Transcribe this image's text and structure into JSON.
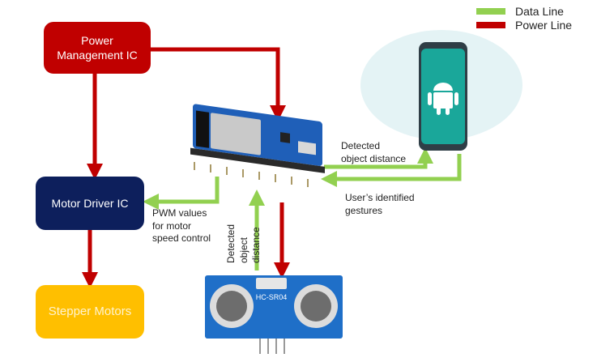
{
  "legend": {
    "items": [
      {
        "label": "Data Line",
        "color": "#92d050"
      },
      {
        "label": "Power Line",
        "color": "#c00000"
      }
    ]
  },
  "blocks": {
    "power_ic": {
      "line1": "Power",
      "line2": "Management IC"
    },
    "motor_driver": {
      "label": "Motor Driver IC"
    },
    "stepper": {
      "label": "Stepper Motors"
    }
  },
  "devices": {
    "esp32": "ESP32 dev board",
    "phone": "Android smartphone",
    "sensor": {
      "label": "HC-SR04"
    }
  },
  "annotations": {
    "pwm": [
      "PWM values",
      "for motor",
      "speed control"
    ],
    "detected_to_phone": [
      "Detected",
      "object distance"
    ],
    "gestures": [
      "User’s identified",
      "gestures"
    ],
    "detected_from_sensor": [
      "Detected",
      "object distance"
    ]
  },
  "colors": {
    "data_line": "#92d050",
    "power_line": "#c00000",
    "power_ic": "#c00000",
    "motor_driver": "#0d1f5c",
    "stepper": "#ffbf00"
  }
}
